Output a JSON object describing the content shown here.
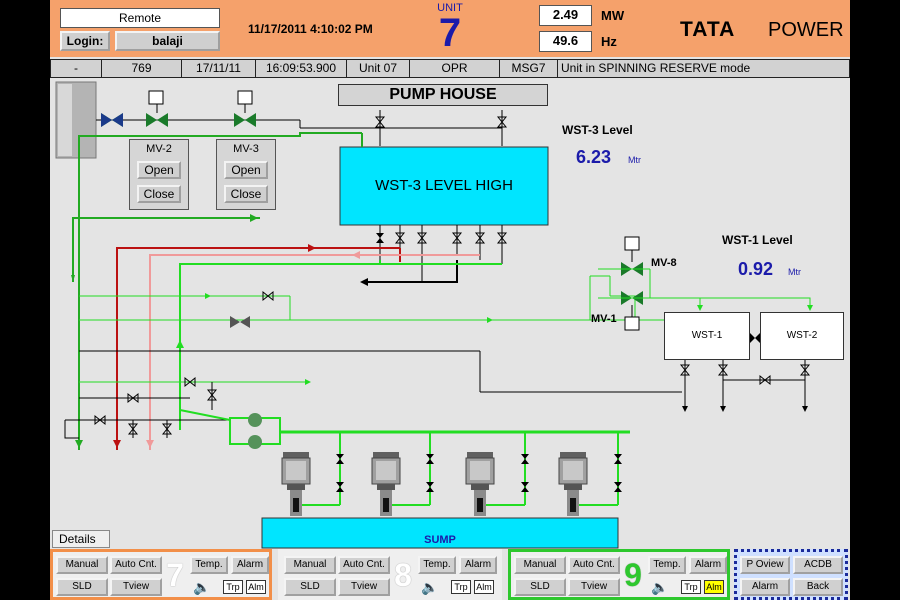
{
  "header": {
    "mode": "Remote",
    "login_label": "Login:",
    "user": "balaji",
    "datetime": "11/17/2011 4:10:02 PM",
    "unit_label": "UNIT",
    "unit_number": "7",
    "mw_value": "2.49",
    "mw_unit": "MW",
    "hz_value": "49.6",
    "hz_unit": "Hz",
    "logo_text": "TATA",
    "logo_sub": "POWER"
  },
  "status_bar": {
    "dash": "-",
    "code": "769",
    "date": "17/11/11",
    "time": "16:09:53.900",
    "unit": "Unit 07",
    "type": "OPR",
    "msg": "MSG7",
    "text": "Unit in SPINNING RESERVE mode"
  },
  "diagram": {
    "pump_house": "PUMP HOUSE",
    "wst3_title": "WST-3 Level",
    "wst3_value": "6.23",
    "wst3_unit": "Mtr",
    "wst3_alarm": "WST-3 LEVEL HIGH",
    "wst1_title": "WST-1 Level",
    "wst1_value": "0.92",
    "wst1_unit": "Mtr",
    "mv2_label": "MV-2",
    "mv3_label": "MV-3",
    "open_label": "Open",
    "close_label": "Close",
    "mv8_label": "MV-8",
    "mv1_label": "MV-1",
    "wst1_tank": "WST-1",
    "wst2_tank": "WST-2",
    "sump": "SUMP",
    "details": "Details"
  },
  "bottom": {
    "manual": "Manual",
    "auto_cnt": "Auto Cnt.",
    "sld": "SLD",
    "tview": "Tview",
    "temp": "Temp.",
    "alarm": "Alarm",
    "trp": "Trp",
    "alm": "Alm",
    "unit7": "7",
    "unit8": "8",
    "unit9": "9",
    "p_oview": "P Oview",
    "acdb": "ACDB",
    "back": "Back"
  },
  "colors": {
    "header_bg": "#f5a16b",
    "tank_alarm": "#00e5ff",
    "green_line": "#22dd22",
    "red_line": "#bb1111",
    "pink_line": "#f09a9a",
    "valve_green": "#1a7a2a",
    "valve_blue": "#1a3a8a"
  },
  "icons": [
    "valve-icon",
    "pump-icon",
    "speaker-icon",
    "tata-logo"
  ]
}
